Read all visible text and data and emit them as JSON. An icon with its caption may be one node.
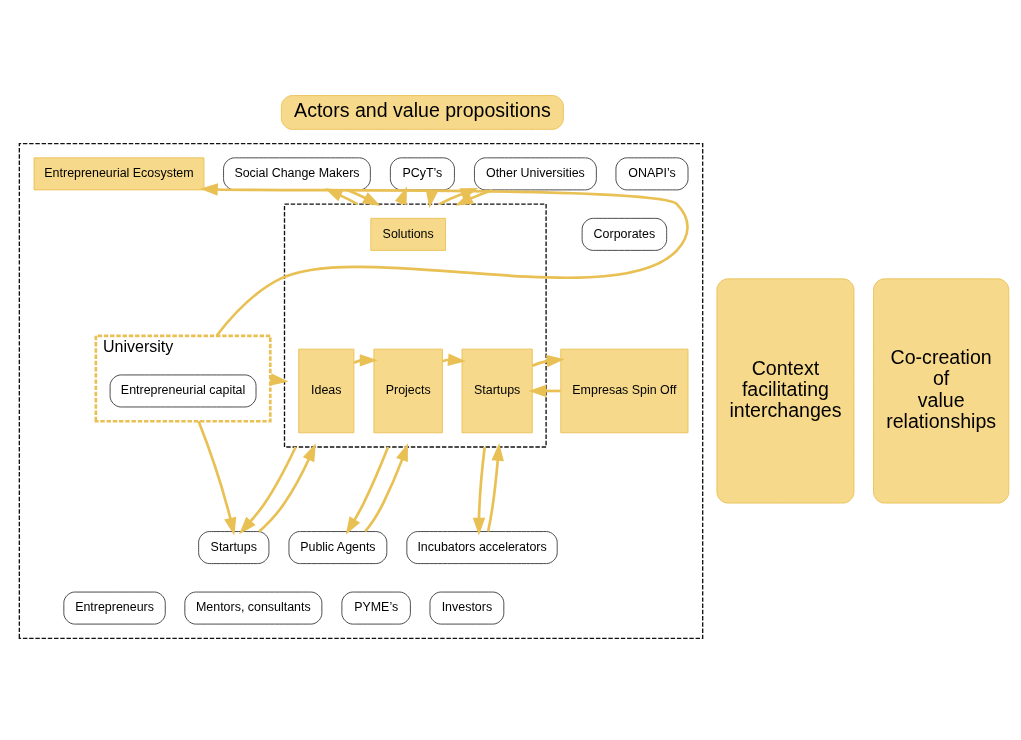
{
  "diagram": {
    "nodes": [
      {
        "text": [
          "Actors and value propositions"
        ]
      },
      {
        "text": [
          "Context facilitating interchanges"
        ]
      },
      {
        "text": [
          "Co-creation of value relationships"
        ]
      },
      {
        "text": [],
        "shape": "box"
      },
      {
        "text": [
          "Entrepreneurial Ecosystem"
        ],
        "in": 3
      },
      {
        "text": [
          "Social Change Makers"
        ],
        "in": 3
      },
      {
        "text": [
          "PCyT’s"
        ],
        "in": 3
      },
      {
        "text": [
          "Other Universities"
        ],
        "in": 3
      },
      {
        "text": [
          "ONAPI’s"
        ],
        "in": 3
      },
      {
        "text": [
          "Corporates"
        ],
        "in": 3
      },
      {
        "text": [
          "University"
        ],
        "in": 3
      },
      {
        "text": [
          "Entrepreneurial capital"
        ],
        "in": 10
      },
      {
        "text": [],
        "shape": "box",
        "in": 3
      },
      {
        "text": [
          "Solutions"
        ],
        "in": 12
      },
      {
        "text": [
          "Ideas"
        ],
        "in": 12
      },
      {
        "text": [
          "Projects"
        ],
        "in": 12
      },
      {
        "text": [
          "Startups"
        ],
        "in": 12
      },
      {
        "text": [
          "Empresas Spin Off"
        ],
        "in": 3
      },
      {
        "text": [
          "Startups"
        ],
        "in": 3
      },
      {
        "text": [
          "Public Agents"
        ],
        "in": 3
      },
      {
        "text": [
          "Incubators accelerators"
        ],
        "in": 3
      },
      {
        "text": [
          "Entrepreneurs"
        ],
        "in": 3
      },
      {
        "text": [
          "Mentors, consultants"
        ],
        "in": 3
      },
      {
        "text": [
          "PYME’s"
        ],
        "in": 3
      },
      {
        "text": [
          "Investors"
        ],
        "in": 3
      }
    ],
    "edges": [
      {
        "from": 10,
        "to": 4,
        "arrow": "to"
      },
      {
        "from": 10,
        "to": 18,
        "arrow": "to"
      },
      {
        "from": 10,
        "to": 12,
        "arrow": "to"
      },
      {
        "from": 14,
        "to": 15,
        "arrow": "to"
      },
      {
        "from": 15,
        "to": 16,
        "arrow": "to"
      },
      {
        "from": 17,
        "to": 16,
        "arrow": "to"
      },
      {
        "from": 16,
        "to": 17,
        "arrow": "to"
      },
      {
        "from": 5,
        "to": 12,
        "arrow": "to"
      },
      {
        "from": 12,
        "to": 5,
        "arrow": "to"
      },
      {
        "from": 6,
        "to": 12,
        "arrow": "to"
      },
      {
        "from": 12,
        "to": 6,
        "arrow": "to"
      },
      {
        "from": 7,
        "to": 12,
        "arrow": "to"
      },
      {
        "from": 12,
        "to": 7,
        "arrow": "to"
      },
      {
        "from": 12,
        "to": 18,
        "arrow": "to"
      },
      {
        "from": 18,
        "to": 12,
        "arrow": "to"
      },
      {
        "from": 12,
        "to": 19,
        "arrow": "to"
      },
      {
        "from": 19,
        "to": 12,
        "arrow": "to"
      },
      {
        "from": 12,
        "to": 20,
        "arrow": "to"
      },
      {
        "from": 20,
        "to": 12,
        "arrow": "to"
      }
    ]
  }
}
